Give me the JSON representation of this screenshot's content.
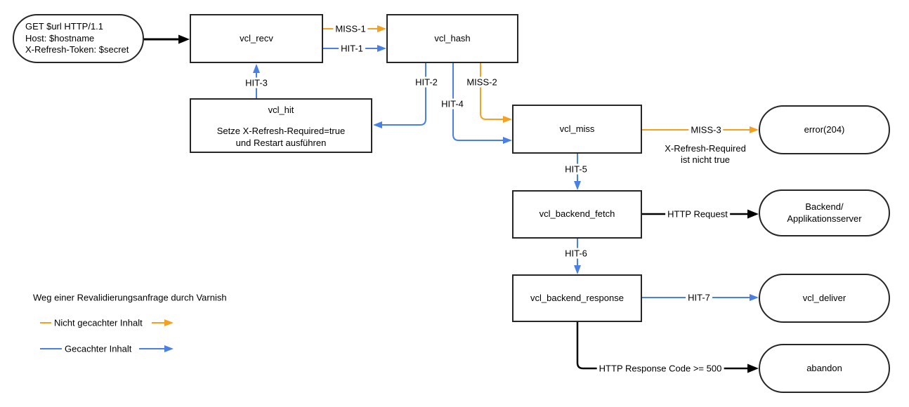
{
  "colors": {
    "uncached_orange": "#F5A01E",
    "cached_blue": "#4A80E4",
    "black": "#000000"
  },
  "nodes": {
    "start": {
      "lines": [
        "GET $url HTTP/1.1",
        "Host: $hostname",
        "X-Refresh-Token: $secret"
      ]
    },
    "vcl_recv": {
      "label": "vcl_recv"
    },
    "vcl_hash": {
      "label": "vcl_hash"
    },
    "vcl_hit": {
      "label": "vcl_hit",
      "body": [
        "Setze X-Refresh-Required=true",
        "und Restart ausführen"
      ]
    },
    "vcl_miss": {
      "label": "vcl_miss"
    },
    "vcl_backend_fetch": {
      "label": "vcl_backend_fetch"
    },
    "vcl_backend_response": {
      "label": "vcl_backend_response"
    },
    "error_204": {
      "label": "error(204)"
    },
    "backend": {
      "lines": [
        "Backend/",
        "Applikationsserver"
      ]
    },
    "vcl_deliver": {
      "label": "vcl_deliver"
    },
    "abandon": {
      "label": "abandon"
    }
  },
  "edge_labels": {
    "miss_1": "MISS-1",
    "hit_1": "HIT-1",
    "hit_2": "HIT-2",
    "hit_3": "HIT-3",
    "hit_4": "HIT-4",
    "miss_2": "MISS-2",
    "miss_3": "MISS-3",
    "miss_3_note": [
      "X-Refresh-Required",
      "ist nicht true"
    ],
    "hit_5": "HIT-5",
    "hit_6": "HIT-6",
    "hit_7": "HIT-7",
    "http_request": "HTTP Request",
    "http_response": "HTTP Response Code >= 500"
  },
  "legend": {
    "title": "Weg einer Revalidierungsanfrage durch Varnish",
    "uncached_label": "Nicht gecachter Inhalt",
    "cached_label": "Gecachter Inhalt"
  }
}
